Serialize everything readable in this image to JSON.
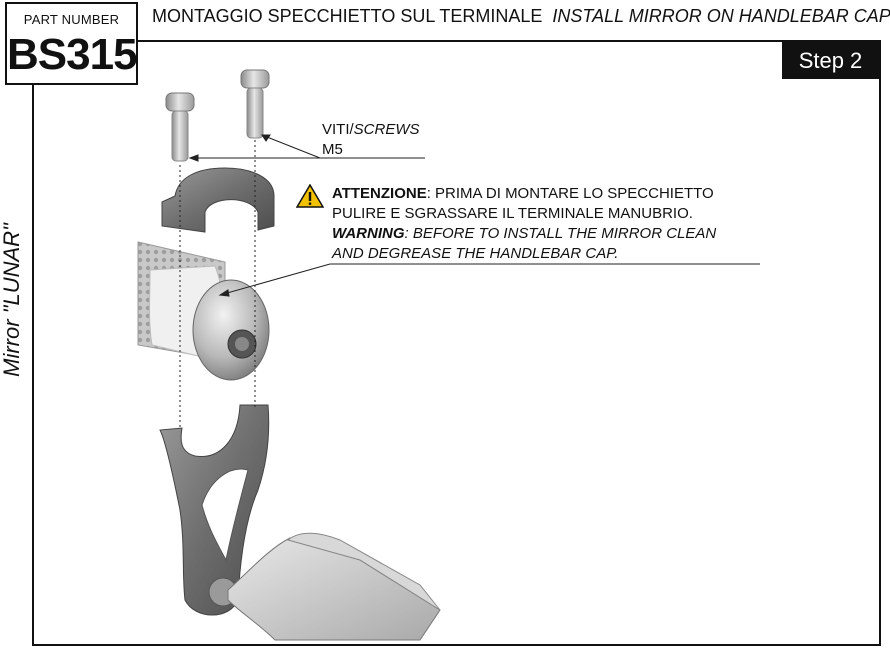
{
  "header": {
    "part_label": "PART NUMBER",
    "part_number": "BS315",
    "title_it": "MONTAGGIO SPECCHIETTO SUL TERMINALE",
    "title_en": "INSTALL MIRROR ON HANDLEBAR CAP",
    "step": "Step 2"
  },
  "side_label": "Mirror \"LUNAR\"",
  "callouts": {
    "screws_it": "VITI/",
    "screws_en": "SCREWS",
    "screws_size": "M5",
    "warning_it_head": "ATTENZIONE",
    "warning_it_line1": ": PRIMA DI MONTARE LO SPECCHIETTO",
    "warning_it_line2": "PULIRE E SGRASSARE IL TERMINALE MANUBRIO.",
    "warning_en_head": "WARNING",
    "warning_en_line1": ": BEFORE TO INSTALL THE MIRROR CLEAN",
    "warning_en_line2": "AND DEGREASE THE HANDLEBAR CAP."
  },
  "icons": {
    "warning": "warning-triangle-icon"
  },
  "colors": {
    "frame": "#111111",
    "step_bg": "#111111",
    "warning_fill": "#f2c200"
  }
}
